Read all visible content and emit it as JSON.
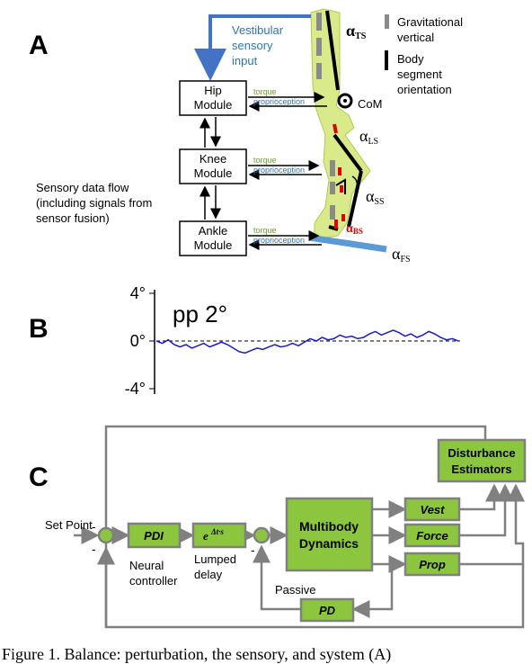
{
  "panel_a": {
    "letter": "A",
    "vestibular_label": [
      "Vestibular",
      "sensory",
      "input"
    ],
    "modules": [
      [
        "Hip",
        "Module"
      ],
      [
        "Knee",
        "Module"
      ],
      [
        "Ankle",
        "Module"
      ]
    ],
    "torque_label": "torque",
    "proprioception_label": "proprioception",
    "sensory_flow_label": [
      "Sensory data flow",
      "(including signals from",
      "sensor fusion)"
    ],
    "legend_vertical": [
      "Gravitational",
      "vertical"
    ],
    "legend_segment": [
      "Body",
      "segment",
      "orientation"
    ],
    "com_label": "CoM",
    "angle_ts": "α",
    "angle_ts_sub": "TS",
    "angle_ls": "α",
    "angle_ls_sub": "LS",
    "angle_ss": "α",
    "angle_ss_sub": "SS",
    "angle_bs": "α",
    "angle_bs_sub": "BS",
    "angle_fs": "α",
    "angle_fs_sub": "FS",
    "colors": {
      "vestibular": "#4472c4",
      "body": "#d9ea8a",
      "torque": "#70a030",
      "proprio": "#2e75b6",
      "foot": "#5b9bd5",
      "red": "#e00000"
    }
  },
  "panel_b": {
    "letter": "B",
    "ticks": [
      "4°",
      "0°",
      "-4°"
    ],
    "annotation": "pp 2°",
    "line_color": "#1a1acc",
    "chart_data": {
      "type": "line",
      "ylim": [
        -4,
        4
      ],
      "values": [
        0,
        -0.2,
        0.1,
        -0.3,
        -0.5,
        -0.3,
        -0.6,
        -0.4,
        -0.2,
        -0.5,
        -0.3,
        -0.1,
        -0.3,
        -0.6,
        -0.9,
        -1.0,
        -0.8,
        -0.6,
        -0.7,
        -0.5,
        -0.3,
        -0.5,
        -0.4,
        -0.2,
        -0.4,
        -0.1,
        0.2,
        0.0,
        0.3,
        0.1,
        0.2,
        0.5,
        0.3,
        0.4,
        0.2,
        0.3,
        0.6,
        0.8,
        0.5,
        0.7,
        0.9,
        0.7,
        0.4,
        0.6,
        0.3,
        0.5,
        0.8,
        0.6,
        0.3,
        0.1,
        0.2,
        0.0
      ]
    }
  },
  "panel_c": {
    "letter": "C",
    "set_point": "Set Point",
    "pdi": "PDI",
    "delay_block": "e",
    "delay_sup": "Δt·s",
    "multibody": [
      "Multibody",
      "Dynamics"
    ],
    "vest": "Vest",
    "force": "Force",
    "prop": "Prop",
    "pd": "PD",
    "disturbance": [
      "Disturbance",
      "Estimators"
    ],
    "neural": [
      "Neural",
      "controller"
    ],
    "lumped": [
      "Lumped",
      "delay"
    ],
    "passive": "Passive",
    "minus": "-",
    "colors": {
      "block": "#8cc63f",
      "block_border": "#5a7a2a",
      "line": "#808080"
    }
  },
  "caption": "Figure 1. Balance: perturbation, the sensory, and system (A)"
}
